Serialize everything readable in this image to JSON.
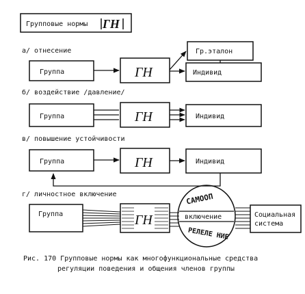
{
  "legend": {
    "title": "Групповые нормы",
    "abbr": "ГН"
  },
  "sections": [
    {
      "label": "а/ отнесение",
      "left_box": "Группа",
      "center_box": "ГН",
      "right_box_top": "Гр.эталон",
      "right_box": "Индивид"
    },
    {
      "label": "б/ воздействие /давление/",
      "left_box": "Группа",
      "center_box": "ГН",
      "right_box": "Индивид"
    },
    {
      "label": "в/ повышение устойчивости",
      "left_box": "Группа",
      "center_box": "ГН",
      "right_box": "Индивид"
    },
    {
      "label": "г/ личностное включение",
      "left_box": "Группа",
      "center_box": "ГН",
      "circle_top": "САМООП",
      "circle_middle": "включение",
      "circle_bottom": "РЕЛЕЛЕ НИЕ",
      "right_box_line1": "Социальная",
      "right_box_line2": "система"
    }
  ],
  "caption": {
    "line1": "Рис. 170 Групповые нормы как многофункциональные средства",
    "line2": "регуляции поведения и общения членов группы"
  }
}
